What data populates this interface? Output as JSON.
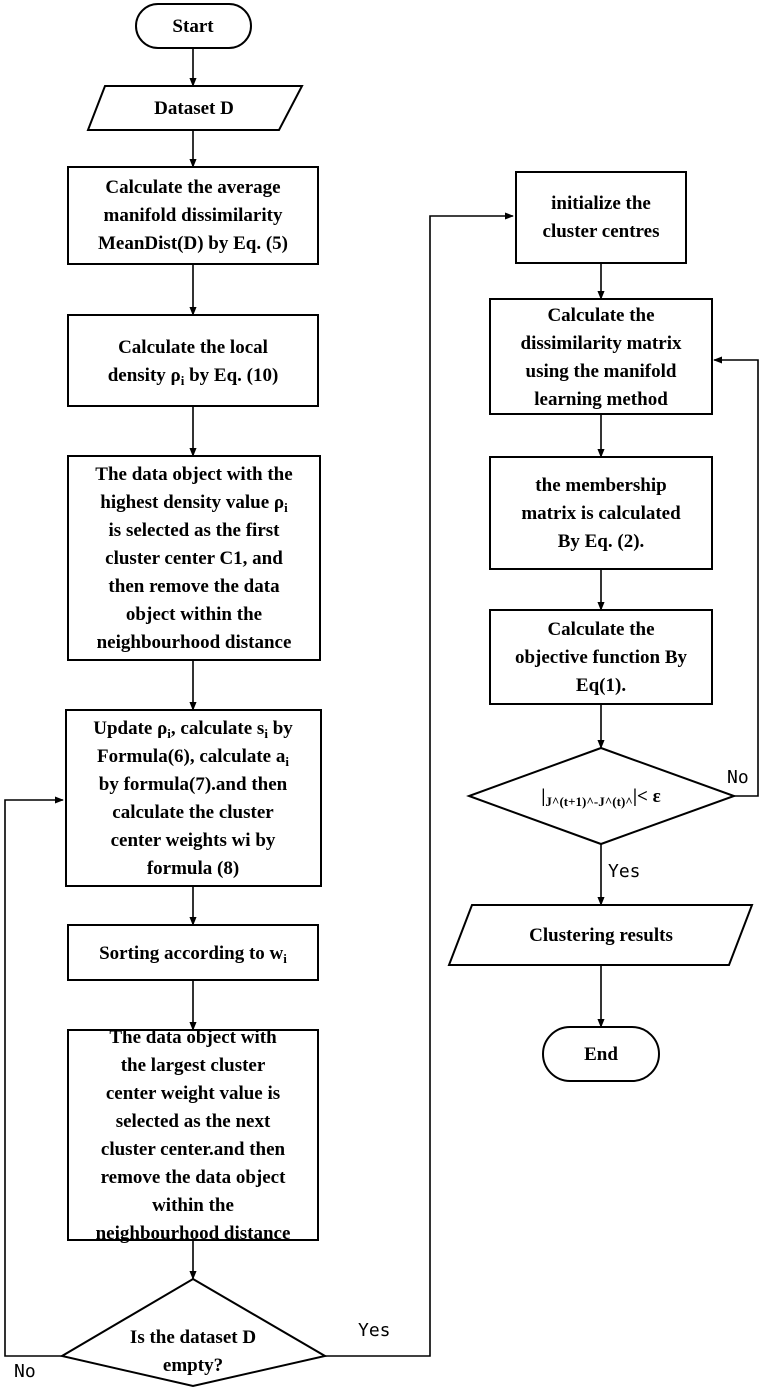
{
  "nodes": {
    "start": {
      "lines": [
        "Start"
      ]
    },
    "dataset": {
      "lines": [
        "Dataset D"
      ]
    },
    "meandist": {
      "lines": [
        "Calculate the average",
        "manifold dissimilarity",
        "MeanDist(D)  by Eq. (5)"
      ]
    },
    "density": {
      "lines": [
        "Calculate the local",
        "density ρ|i| by Eq. (10)"
      ]
    },
    "first_center": {
      "lines": [
        "The data object with the",
        "highest density value ρ|i|",
        "is selected as the first",
        "cluster center C1, and",
        "then remove the data",
        "object within the",
        "neighbourhood distance"
      ]
    },
    "update": {
      "lines": [
        "Update ρ|i|, calculate s|i| by",
        "Formula(6), calculate a|i|",
        "by formula(7).and then",
        "calculate the cluster",
        "center weights wi by",
        "formula (8)"
      ]
    },
    "sorting": {
      "lines": [
        "Sorting according to w|i|"
      ]
    },
    "next_center": {
      "lines": [
        "The data object with",
        "the largest cluster",
        "center weight value is",
        "selected as the next",
        "cluster center.and then",
        "remove the data object",
        "within the",
        "neighbourhood distance"
      ]
    },
    "empty_check": {
      "lines": [
        "Is the dataset D",
        "empty?"
      ]
    },
    "init_centres": {
      "lines": [
        "initialize the",
        "cluster centres"
      ]
    },
    "dissimilarity": {
      "lines": [
        "Calculate the",
        "dissimilarity matrix",
        "using the manifold",
        "learning method"
      ]
    },
    "membership": {
      "lines": [
        "the membership",
        "matrix is calculated",
        "By Eq. (2)."
      ]
    },
    "objective": {
      "lines": [
        "Calculate the",
        "objective function By",
        "Eq(1)."
      ]
    },
    "convergence": {
      "lines": [
        "||J^(t+1)^-J^(t)^||< ε"
      ]
    },
    "results": {
      "lines": [
        "Clustering results"
      ]
    },
    "end": {
      "lines": [
        "End"
      ]
    }
  },
  "edge_labels": {
    "left_no": "No",
    "left_yes": "Yes",
    "right_no": "No",
    "right_yes": "Yes"
  },
  "colors": {
    "stroke": "#000000",
    "fill": "#ffffff"
  }
}
